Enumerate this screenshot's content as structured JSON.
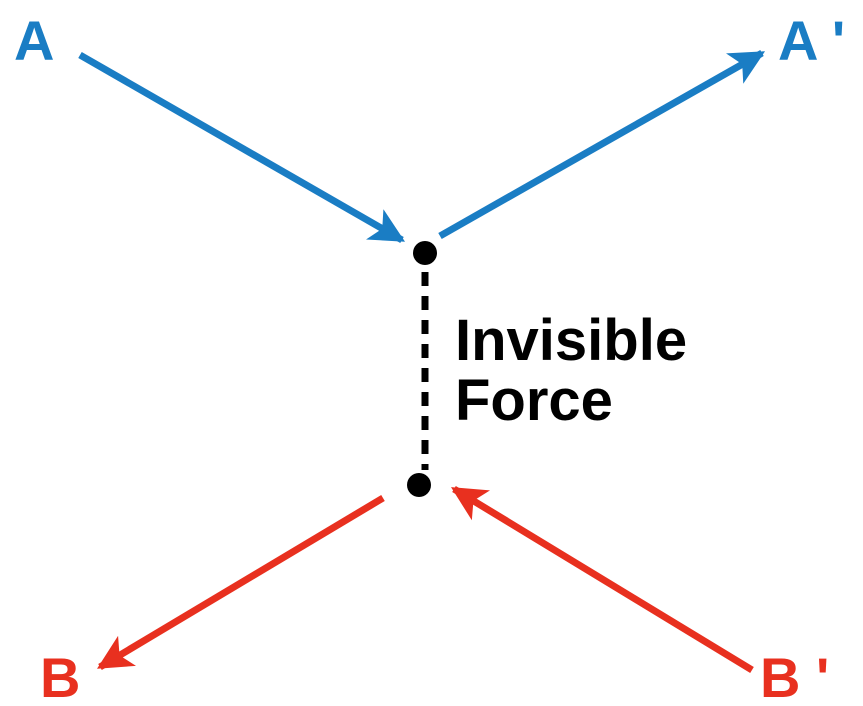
{
  "labels": {
    "a": "A",
    "a_prime": "A '",
    "b": "B",
    "b_prime": "B '",
    "force_line1": "Invisible",
    "force_line2": "Force"
  },
  "colors": {
    "particle_a": "#1a7dc4",
    "particle_b": "#e8301f",
    "mediator": "#000000"
  }
}
